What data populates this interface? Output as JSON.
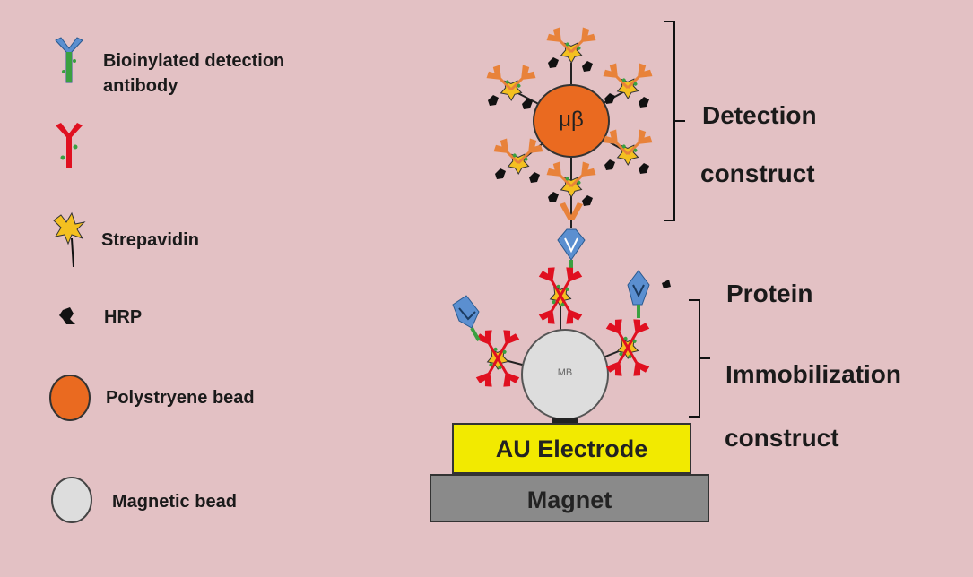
{
  "legend": {
    "detection_antibody_line1": "Bioinylated detection",
    "detection_antibody_line2": "antibody",
    "streptavidin": "Strepavidin",
    "hrp": "HRP",
    "polystyrene_bead": "Polystryene bead",
    "magnetic_bead": "Magnetic bead"
  },
  "diagram": {
    "detection_bead_label": "μβ",
    "magnetic_bead_label": "MB",
    "detection_line1": "Detection",
    "detection_line2": "construct",
    "protein": "Protein",
    "immobilization_line1": "Immobilization",
    "immobilization_line2": "construct",
    "electrode": "AU Electrode",
    "magnet": "Magnet"
  },
  "colors": {
    "background": "#e3c1c4",
    "detection_antibody": "#5b8fd0",
    "capture_antibody": "#e01020",
    "streptavidin": "#f4c020",
    "hrp": "#111111",
    "polystyrene_bead": "#ea6a20",
    "magnetic_bead": "#dddddd",
    "electrode": "#f2ea00",
    "magnet": "#8a8a8a",
    "linker_green": "#3aa040",
    "orange_antibody": "#e8823a"
  }
}
